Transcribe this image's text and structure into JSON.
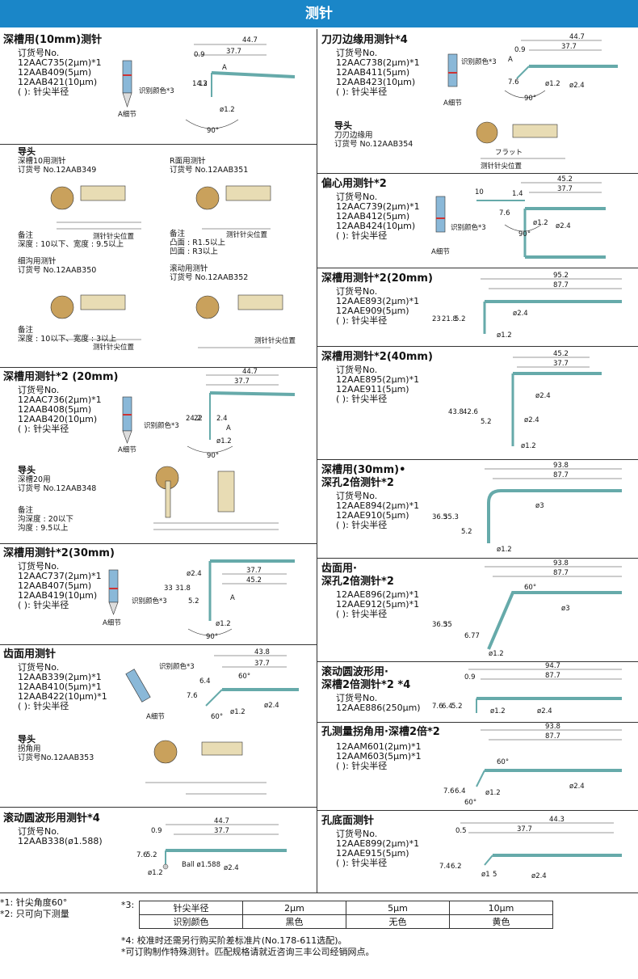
{
  "page_title": "测针",
  "left": [
    {
      "title": "深槽用(10mm)测针",
      "sup": "",
      "order_label": "订货号No.",
      "items": [
        "12AAC735(2μm)*1",
        "12AAB409(5μm)",
        "12AAB421(10μm)"
      ],
      "note": "( ): 针尖半径",
      "dims": {
        "d1": "44.7",
        "d2": "37.7",
        "d3": "0.9",
        "d4": "14.2",
        "d5": "13",
        "d6": "ø1.2",
        "d7": "90°",
        "d8": "A",
        "d9": "识别颜色*3",
        "d10": "A细节"
      }
    },
    {
      "head_label": "导头",
      "sub1_name": "深槽10用测针",
      "sub1_order": "订货号 No.12AAB349",
      "sub2_name": "R面用测针",
      "sub2_order": "订货号 No.12AAB351",
      "note_a": "备注",
      "note_b": "深度 : 10以下、宽度 : 9.5以上",
      "note_c": "备注",
      "note_d": "凸面 : R1.5以上",
      "note_e": "凹面 : R3以上",
      "sub3_name": "细沟用测针",
      "sub3_order": "订货号 No.12AAB350",
      "sub4_name": "滚动用测针",
      "sub4_order": "订货号 No.12AAB352",
      "note_f": "备注",
      "note_g": "深度 : 10以下、宽度 : 3以上",
      "mark": "测针针尖位置"
    },
    {
      "title": "深槽用测针*2 (20mm)",
      "order_label": "订货号No.",
      "items": [
        "12AAC736(2μm)*1",
        "12AAB408(5μm)",
        "12AAB420(10μm)"
      ],
      "note": "( ): 针尖半径",
      "dims": {
        "d1": "44.7",
        "d2": "37.7",
        "d3": "24.2",
        "d4": "22",
        "d5": "2.4",
        "d6": "ø1.2",
        "d7": "90°",
        "d8": "A",
        "d9": "识别颜色*3",
        "d10": "A细节"
      }
    },
    {
      "head_label": "导头",
      "sub_name": "深槽20用",
      "sub_order": "订货号 No.12AAB348",
      "note_a": "备注",
      "note_b": "沟深度 : 20以下",
      "note_c": "沟度 : 9.5以上"
    },
    {
      "title": "深槽用测针*2(30mm)",
      "order_label": "订货号No.",
      "items": [
        "12AAC737(2μm)*1",
        "12AAB407(5μm)",
        "12AAB419(10μm)"
      ],
      "note": "( ): 针尖半径",
      "dims": {
        "d1": "37.7",
        "d2": "45.2",
        "d3": "ø2.4",
        "d4": "33",
        "d5": "31.8",
        "d6": "5.2",
        "d7": "ø1.2",
        "d8": "90°",
        "d9": "A",
        "d10": "识别颜色*3",
        "d11": "A细节"
      }
    },
    {
      "title": "齿面用测针",
      "order_label": "订货号No.",
      "items": [
        "12AAB339(2μm)*1",
        "12AAB410(5μm)*1",
        "12AAB422(10μm)*1"
      ],
      "note": "( ): 针尖半径",
      "dims": {
        "d1": "43.8",
        "d2": "37.7",
        "d3": "6.4",
        "d4": "7.6",
        "d5": "60°",
        "d6": "60°",
        "d7": "ø1.2",
        "d8": "ø2.4",
        "d9": "识别颜色*3",
        "d10": "A细节"
      }
    },
    {
      "head_label": "导头",
      "sub_name": "拐角用",
      "sub_order": "订货号No.12AAB353"
    },
    {
      "title": "滚动圆波形用测针*4",
      "order_label": "订货号No.",
      "items": [
        "12AAB338(ø1.588)"
      ],
      "dims": {
        "d1": "44.7",
        "d2": "37.7",
        "d3": "0.9",
        "d4": "7.6",
        "d5": "5.2",
        "d6": "ø1.2",
        "d7": "Ball ø1.588",
        "d8": "ø2.4"
      }
    }
  ],
  "right": [
    {
      "title": "刀刃边缘用测针*4",
      "order_label": "订货号No.",
      "items": [
        "12AAC738(2μm)*1",
        "12AAB411(5μm)",
        "12AAB423(10μm)"
      ],
      "note": "( ): 针尖半径",
      "dims": {
        "d1": "44.7",
        "d2": "37.7",
        "d3": "0.9",
        "d4": "7.6",
        "d5": "90°",
        "d6": "ø1.2",
        "d7": "ø2.4",
        "d8": "A",
        "d9": "识别颜色*3",
        "d10": "A细节"
      }
    },
    {
      "head_label": "导头",
      "sub_name": "刀刃边缘用",
      "sub_order": "订货号 No.12AAB354",
      "mark": "测针针尖位置",
      "flat": "フラット"
    },
    {
      "title": "偏心用测针*2",
      "order_label": "订货号No.",
      "items": [
        "12AAC739(2μm)*1",
        "12AAB412(5μm)",
        "12AAB424(10μm)"
      ],
      "note": "( ): 针尖半径",
      "dims": {
        "d1": "45.2",
        "d2": "37.7",
        "d3": "1.4",
        "d4": "10",
        "d5": "7.6",
        "d6": "ø1.2",
        "d7": "ø2.4",
        "d8": "90°",
        "d9": "识别颜色*3",
        "d10": "A细节"
      }
    },
    {
      "title": "深槽用测针*2(20mm)",
      "order_label": "订货号No.",
      "items": [
        "12AAE893(2μm)*1",
        "12AAE909(5μm)"
      ],
      "note": "( ): 针尖半径",
      "dims": {
        "d1": "95.2",
        "d2": "87.7",
        "d3": "23",
        "d4": "21.8",
        "d5": "5.2",
        "d6": "ø2.4",
        "d7": "ø1.2"
      }
    },
    {
      "title": "深槽用测针*2(40mm)",
      "order_label": "订货号No.",
      "items": [
        "12AAE895(2μm)*1",
        "12AAE911(5μm)"
      ],
      "note": "( ): 针尖半径",
      "dims": {
        "d1": "45.2",
        "d2": "37.7",
        "d3": "43.8",
        "d4": "42.6",
        "d5": "5.2",
        "d6": "ø2.4",
        "d7": "ø2.4",
        "d8": "ø1.2"
      }
    },
    {
      "title": "深槽用(30mm)•",
      "title2": "深孔2倍测针*2",
      "order_label": "订货号No.",
      "items": [
        "12AAE894(2μm)*1",
        "12AAE910(5μm)"
      ],
      "note": "( ): 针尖半径",
      "dims": {
        "d1": "93.8",
        "d2": "87.7",
        "d3": "ø3",
        "d4": "36.5",
        "d5": "35.3",
        "d6": "5.2",
        "d7": "ø1.2"
      }
    },
    {
      "title": "齿面用·",
      "title2": "深孔2倍测针*2",
      "items": [
        "12AAE896(2μm)*1",
        "12AAE912(5μm)*1"
      ],
      "note": "( ): 针尖半径",
      "dims": {
        "d1": "93.8",
        "d2": "87.7",
        "d3": "60°",
        "d4": "ø3",
        "d5": "36.5",
        "d6": "35",
        "d7": "6.77",
        "d8": "ø1.2"
      }
    },
    {
      "title": "滚动圆波形用·",
      "title2": "深槽2倍测针*2 *4",
      "order_label": "订货号No.",
      "items": [
        "12AAE886(250μm)"
      ],
      "dims": {
        "d1": "94.7",
        "d2": "87.7",
        "d3": "0.9",
        "d4": "7.6",
        "d5": "6.4",
        "d6": "5.2",
        "d7": "ø1.2",
        "d8": "ø2.4"
      }
    },
    {
      "title": "孔测量拐角用·深槽2倍*2",
      "items": [
        "12AAM601(2μm)*1",
        "12AAM603(5μm)*1"
      ],
      "note": "( ): 针尖半径",
      "dims": {
        "d1": "93.8",
        "d2": "87.7",
        "d3": "60°",
        "d4": "7.6",
        "d5": "6.4",
        "d6": "ø1.2",
        "d7": "60°",
        "d8": "ø2.4"
      }
    },
    {
      "title": "孔底面测针",
      "order_label": "订货号No.",
      "items": [
        "12AAE899(2μm)*1",
        "12AAE915(5μm)"
      ],
      "note": "( ): 针尖半径",
      "dims": {
        "d1": "44.3",
        "d2": "37.7",
        "d3": "0.5",
        "d4": "7.4",
        "d5": "6.2",
        "d6": "ø1",
        "d7": "5",
        "d8": "ø2.4"
      }
    }
  ],
  "footer": {
    "n1": "*1:  针尖角度60°",
    "n2": "*2:  只可向下测量",
    "n3": "*3:",
    "table_headers": [
      "针尖半径",
      "2μm",
      "5μm",
      "10μm"
    ],
    "table_row": [
      "识别颜色",
      "黑色",
      "无色",
      "黄色"
    ],
    "n4": "*4:  校准时还需另行购买阶差标准片(No.178-611选配)。",
    "n5": "*可订购制作特殊测针。匹配规格请就近咨询三丰公司经销网点。"
  }
}
